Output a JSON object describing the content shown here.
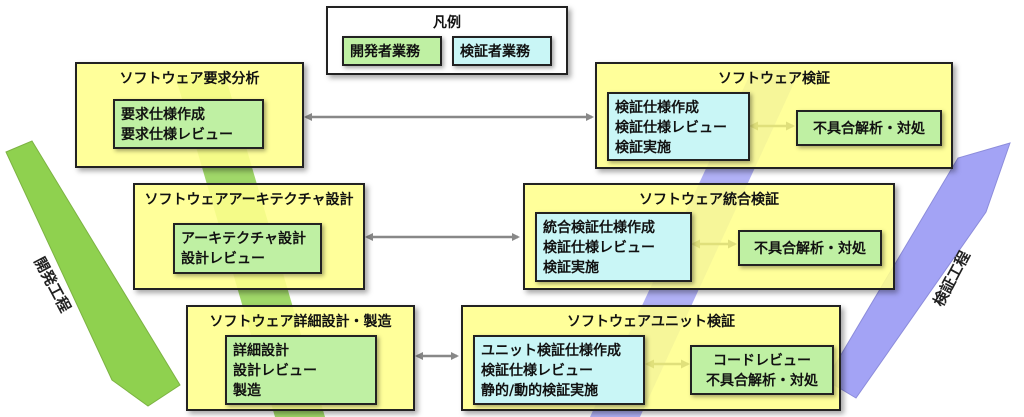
{
  "legend": {
    "title": "凡例",
    "dev_label": "開発者業務",
    "ver_label": "検証者業務"
  },
  "dev_process_label": "開発工程",
  "ver_process_label": "検証工程",
  "colors": {
    "stage_bg": "#ffff8c",
    "dev_task": "#bff0a3",
    "ver_task": "#c9f6f6",
    "dev_band": "#8fd14f",
    "ver_band": "#a3a3f5"
  },
  "stages": {
    "requirements": {
      "title": "ソフトウェア要求分析",
      "tasks": [
        "要求仕様作成",
        "要求仕様レビュー"
      ]
    },
    "architecture": {
      "title": "ソフトウェアアーキテクチャ設計",
      "tasks": [
        "アーキテクチャ設計",
        "設計レビュー"
      ]
    },
    "detailed": {
      "title": "ソフトウェア詳細設計・製造",
      "tasks": [
        "詳細設計",
        "設計レビュー",
        "製造"
      ]
    },
    "sw_verification": {
      "title": "ソフトウェア検証",
      "tasks": [
        "検証仕様作成",
        "検証仕様レビュー",
        "検証実施"
      ],
      "defect": "不具合解析・対処"
    },
    "integration": {
      "title": "ソフトウェア統合検証",
      "tasks": [
        "統合検証仕様作成",
        "検証仕様レビュー",
        "検証実施"
      ],
      "defect": "不具合解析・対処"
    },
    "unit": {
      "title": "ソフトウェアユニット検証",
      "tasks": [
        "ユニット検証仕様作成",
        "検証仕様レビュー",
        "静的/動的検証実施"
      ],
      "defect": [
        "コードレビュー",
        "不具合解析・対処"
      ]
    }
  }
}
